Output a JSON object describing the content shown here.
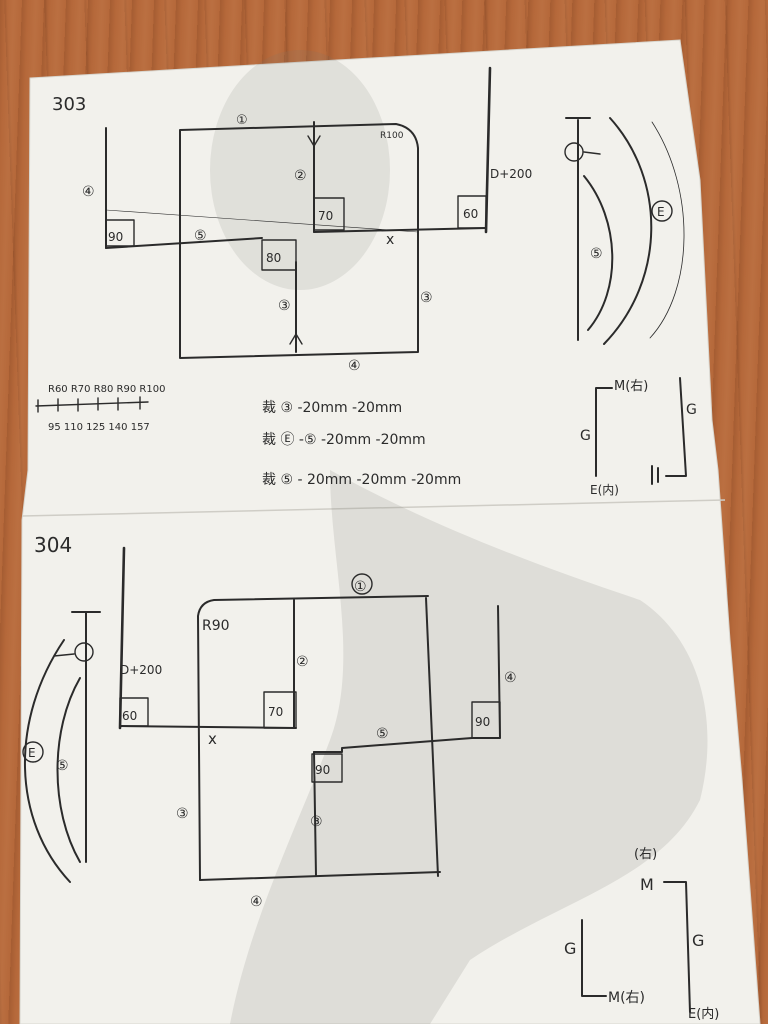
{
  "page_label_top": "303",
  "page_label_bottom": "304",
  "top_plan": {
    "wall_labels": {
      "w1": "①",
      "w2": "②",
      "w3a": "③",
      "w3b": "③",
      "w4": "④",
      "w5": "⑤",
      "w4_left": "④"
    },
    "dimension_d": "D+200",
    "radius": "R100",
    "box_90": "90",
    "box_80": "80",
    "box_70": "70",
    "box_60": "60",
    "x_mark": "x"
  },
  "elevation_top": {
    "label_e": "E",
    "label_5": "⑤"
  },
  "scale": {
    "top_values": "R60 R70 R80 R90 R100",
    "bottom_values": "95 110 125 140 157"
  },
  "notes": [
    "裁 ③ -20mm -20mm",
    "裁 Ⓔ -⑤ -20mm -20mm",
    "裁 ⑤ - 20mm -20mm -20mm"
  ],
  "circuit_top": {
    "m_label": "M(右)",
    "g_right": "G",
    "g_left": "G",
    "e_label": "E(内)"
  },
  "bottom_plan": {
    "wall_labels": {
      "w1": "①",
      "w2": "②",
      "w3a": "③",
      "w3b": "③",
      "w4": "④",
      "w4_right": "④",
      "w5": "⑤"
    },
    "dimension_d": "D+200",
    "radius": "R90",
    "box_60": "60",
    "box_70": "70",
    "box_90a": "90",
    "box_90b": "90",
    "x_mark": "x"
  },
  "elevation_bottom": {
    "label_e": "E",
    "label_5": "⑤"
  },
  "circuit_bottom": {
    "top_note": "(右)",
    "m_top": "M",
    "g_left": "G",
    "g_right": "G",
    "m_bottom": "M(右)",
    "e_label": "E(内)"
  }
}
